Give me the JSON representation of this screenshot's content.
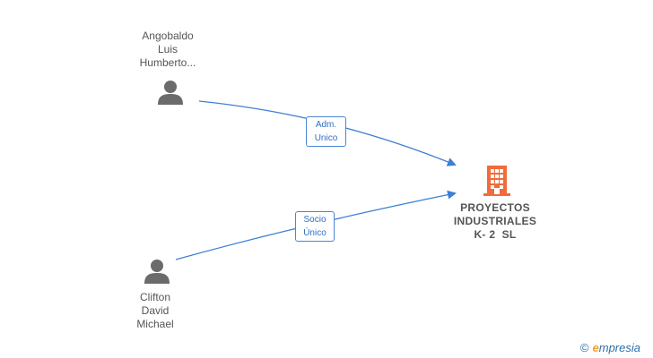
{
  "nodes": {
    "person1": {
      "lines": [
        "Angobaldo",
        "Luis",
        "Humberto..."
      ]
    },
    "person2": {
      "lines": [
        "Clifton",
        "David",
        "Michael"
      ]
    },
    "company": {
      "lines": [
        "PROYECTOS",
        "INDUSTRIALES",
        "K- 2  SL"
      ]
    }
  },
  "edges": {
    "e1": {
      "lines": [
        "Adm.",
        "Unico"
      ]
    },
    "e2": {
      "lines": [
        "Socio",
        "Único"
      ]
    }
  },
  "colors": {
    "edge": "#3d7fd6",
    "person": "#6b6b6b",
    "company": "#f26b3a"
  },
  "brand": {
    "copyright": "©",
    "initial": "e",
    "name": "mpresia"
  }
}
